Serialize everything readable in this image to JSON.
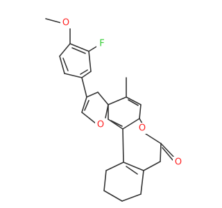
{
  "structure": {
    "colors": {
      "bond": "#333333",
      "fluorine": "#33cc33",
      "oxygen": "#ff2222",
      "background": "#ffffff"
    },
    "atom_labels": {
      "fluorine": "F",
      "methoxy_oxygen": "O",
      "furan_oxygen": "O",
      "lactone_ring_oxygen": "O",
      "carbonyl_oxygen": "O"
    }
  }
}
